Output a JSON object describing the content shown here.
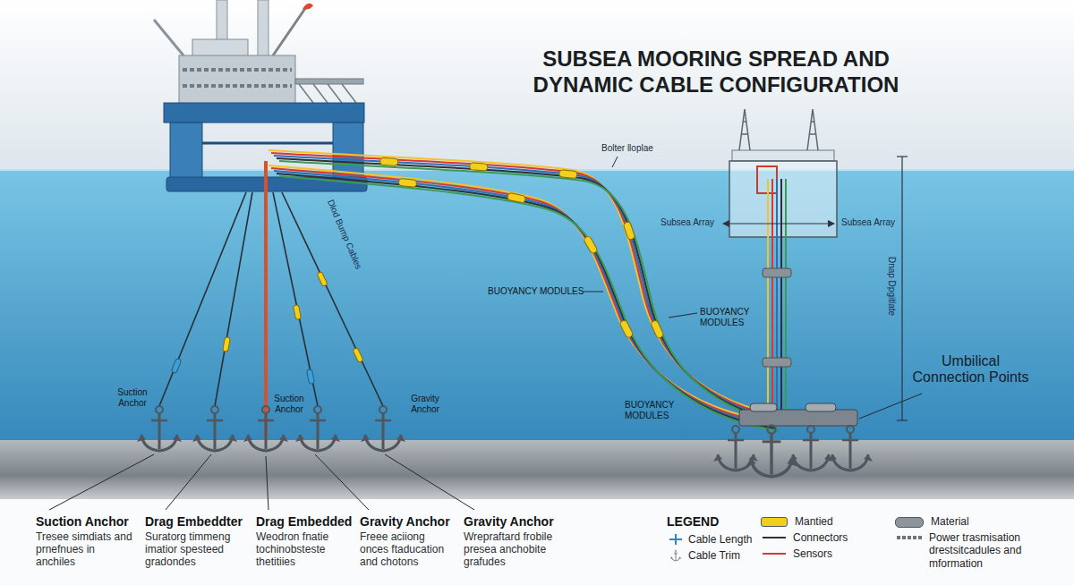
{
  "diagram": {
    "title": "SUBSEA MOORING SPREAD AND DYNAMIC CABLE CONFIGURATION",
    "labels": [
      "Bolter lloplae",
      "Subsea Array",
      "Subsea Array",
      "Dlod Bump Cables",
      "Dnap Dpgitlate",
      "BUOYANCY MODULES",
      "BUOYANCY MODULES",
      "BUOYANCY MODULES",
      "Umbilical Connection Points",
      "Suction Anchor",
      "Suction Anchor",
      "Gravity Anchor",
      "Suction Anchor",
      "Tresee simdiats and prnefnues in anchiles",
      "Drag Embeddter",
      "Suratorg timmeng imatior spesteed gradondes",
      "Drag Embedded",
      "Weodron fnatie tochinobsteste thetitiies",
      "Gravity Anchor",
      "Freee aciiong onces ftaducation and chotons",
      "Gravity Anchor",
      "Wrepraftard frobile presea anchobite grafudes",
      "LEGEND"
    ],
    "legend": [
      {
        "text": "Cable Length"
      },
      {
        "text": "Cable Trim"
      },
      {
        "text": "Mantied",
        "color": "#f2cf1d"
      },
      {
        "text": "Connectors"
      },
      {
        "text": "Sensors"
      },
      {
        "text": "Material",
        "color": "#8d949b"
      },
      {
        "text": "Power trasmisation drestsitcadules and mformation"
      }
    ]
  }
}
